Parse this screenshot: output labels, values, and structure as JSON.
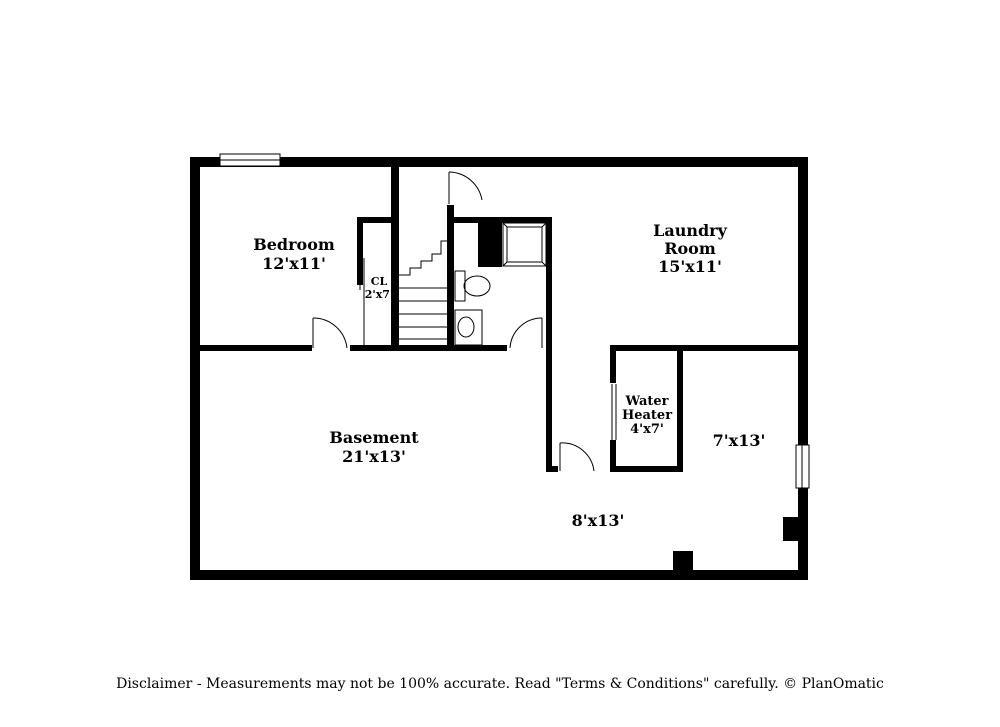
{
  "rooms": {
    "bedroom": {
      "name": "Bedroom",
      "size": "12'x11'"
    },
    "closet": {
      "name": "CL",
      "size": "2'x7'"
    },
    "laundry": {
      "name_line1": "Laundry",
      "name_line2": "Room",
      "size": "15'x11'"
    },
    "water_heater": {
      "name_line1": "Water",
      "name_line2": "Heater",
      "size": "4'x7'"
    },
    "basement": {
      "name": "Basement",
      "size": "21'x13'"
    },
    "side_room": {
      "size": "7'x13'"
    },
    "hall": {
      "size": "8'x13'"
    }
  },
  "footer": {
    "disclaimer": "Disclaimer - Measurements may not be 100% accurate. Read \"Terms & Conditions\" carefully. © PlanOmatic"
  }
}
